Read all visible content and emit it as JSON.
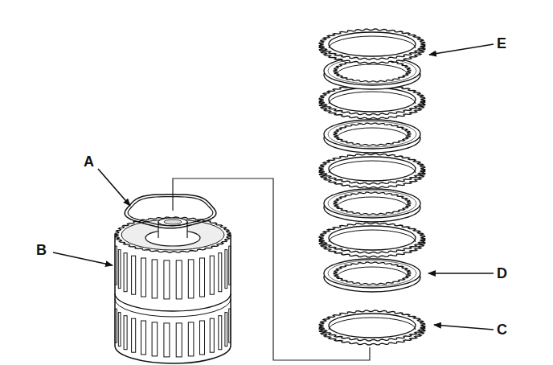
{
  "diagram": {
    "labels": [
      "E",
      "A",
      "B",
      "D",
      "C"
    ]
  }
}
